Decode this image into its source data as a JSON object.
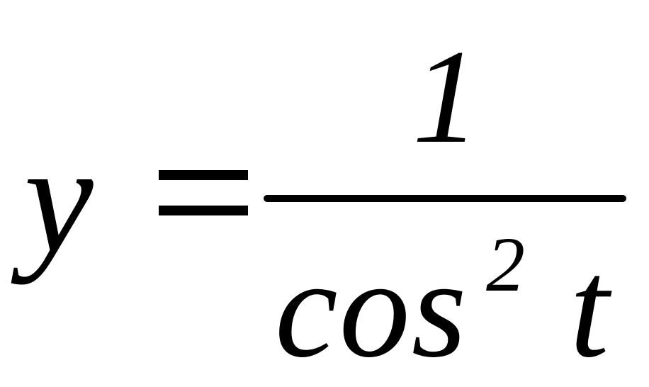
{
  "equation": {
    "lhs": "y",
    "operator": "=",
    "numerator": "1",
    "denominator_function": "cos",
    "denominator_exponent": "2",
    "denominator_variable": "t"
  }
}
